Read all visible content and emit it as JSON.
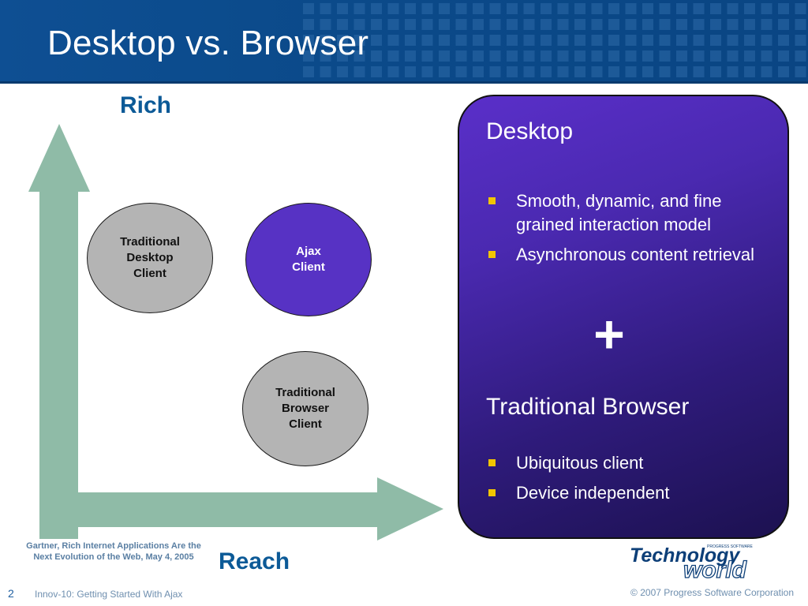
{
  "slide": {
    "title": "Desktop vs. Browser",
    "axis": {
      "y_label": "Rich",
      "x_label": "Reach"
    },
    "circles": [
      {
        "label": "Traditional\nDesktop\nClient",
        "fill": "#b4b4b4"
      },
      {
        "label": "Ajax\nClient",
        "fill": "#5732c4"
      },
      {
        "label": "Traditional\nBrowser\nClient",
        "fill": "#b4b4b4"
      }
    ],
    "panel": {
      "heading1": "Desktop",
      "bullets1": [
        "Smooth, dynamic, and fine grained interaction model",
        "Asynchronous content retrieval"
      ],
      "plus": "+",
      "heading2": "Traditional Browser",
      "bullets2": [
        "Ubiquitous client",
        "Device independent"
      ]
    },
    "citation": "Gartner, Rich Internet Applications Are the\nNext Evolution of the Web, May 4, 2005",
    "logo": {
      "text_top": "Technology",
      "text_small": "PROGRESS SOFTWARE",
      "text_bottom": "world"
    },
    "footer": {
      "page_number": "2",
      "session": "Innov-10: Getting Started With Ajax",
      "copyright": "© 2007 Progress Software Corporation"
    }
  },
  "colors": {
    "header_blue": "#0b4a8a",
    "accent_blue": "#0c5a97",
    "arrow_green": "#8fbba7",
    "panel_purple": "#4a29b0",
    "bullet_yellow": "#f2c500"
  }
}
